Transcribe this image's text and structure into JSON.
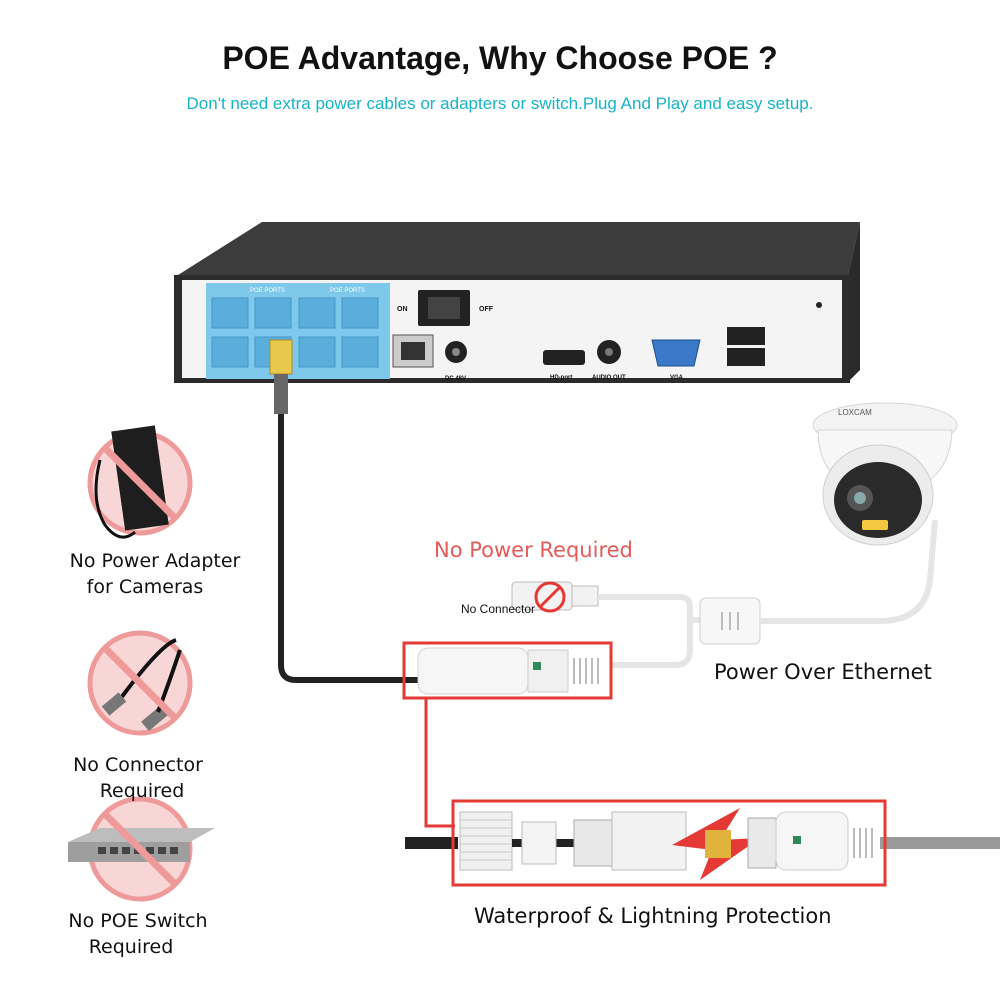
{
  "header": {
    "title": "POE Advantage, Why Choose POE ?",
    "subtitle": "Don't need extra power cables or adapters or switch.Plug And Play and easy setup."
  },
  "nvr": {
    "poe_ports_label": "POE PORTS",
    "on_label": "ON",
    "off_label": "OFF",
    "hd_port_label": "HD-port",
    "audio_out_label": "AUDIO OUT",
    "vga_label": "VGA",
    "dc_label": "DC 48V"
  },
  "camera": {
    "brand": "LOXCAM"
  },
  "callouts": {
    "no_power_required": "No Power Required",
    "no_connector": "No Connector",
    "power_over_ethernet": "Power Over Ethernet",
    "waterproof": "Waterproof & Lightning Protection"
  },
  "left_items": [
    {
      "line1": "No Power Adapter",
      "line2": "for Cameras",
      "icon": "power-adapter-icon"
    },
    {
      "line1": "No Connector",
      "line2": "Required",
      "icon": "bnc-cable-icon"
    },
    {
      "line1": "No POE Switch",
      "line2": "Required",
      "icon": "poe-switch-icon"
    }
  ],
  "colors": {
    "subtitle": "#17b3c9",
    "callout_red": "#e65a5a",
    "highlight_box": "#e53935",
    "nvr_port_blue": "#7ec8ec"
  }
}
